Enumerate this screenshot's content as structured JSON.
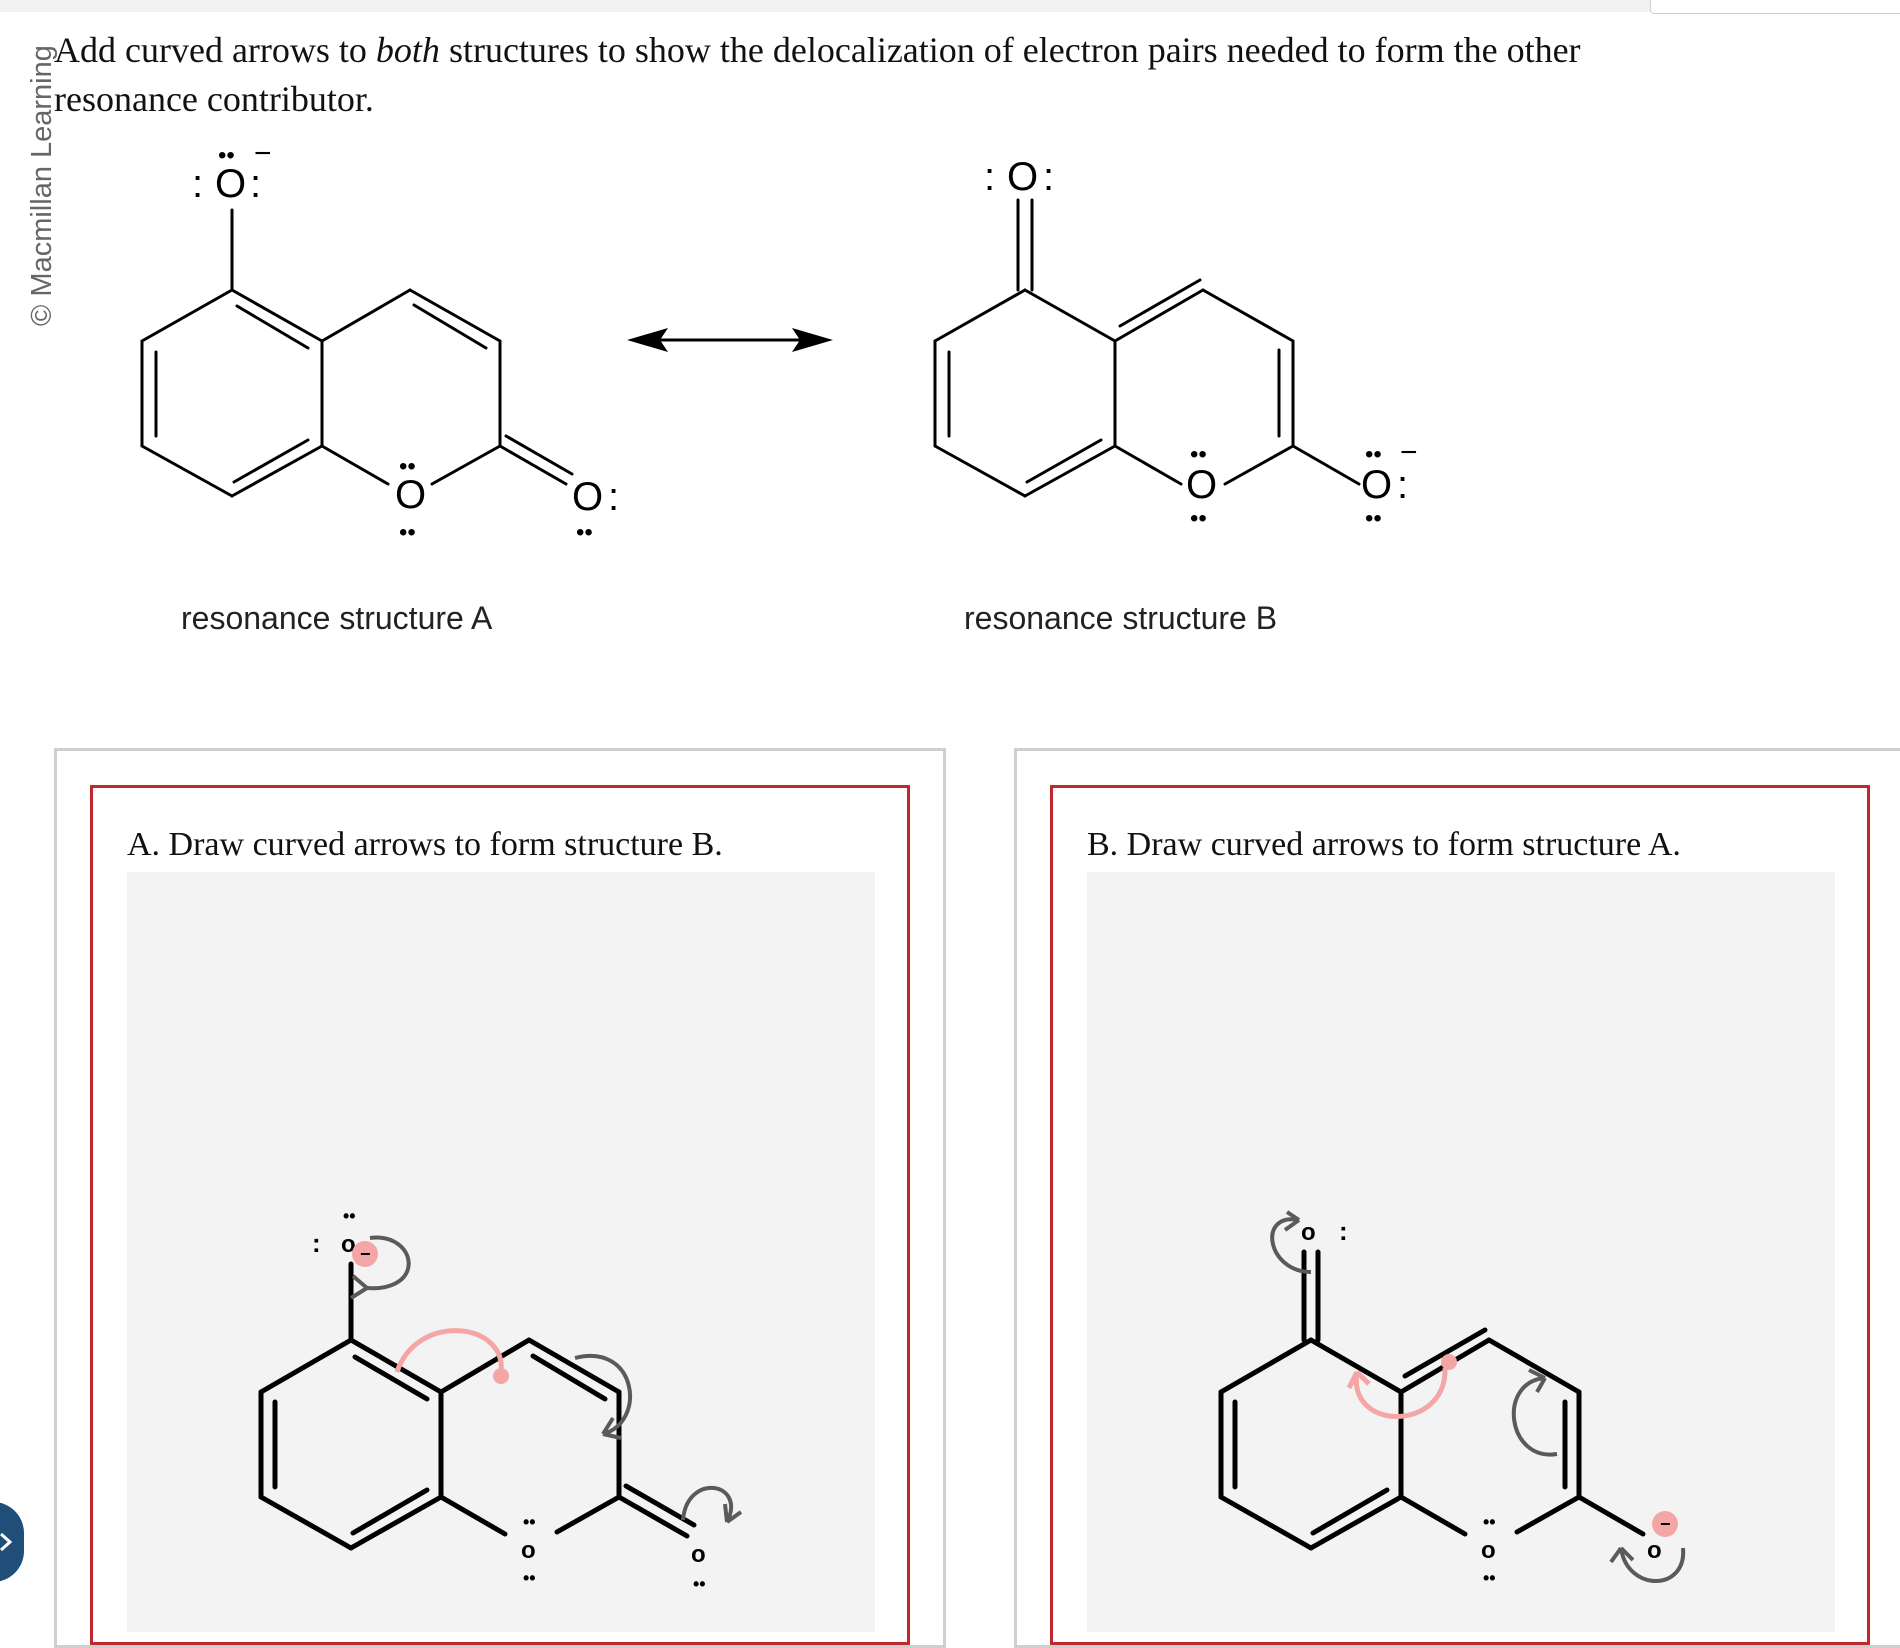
{
  "copyright": "© Macmillan Learning",
  "prompt": {
    "part1": "Add curved arrows to ",
    "emphasis": "both",
    "part2": " structures to show the delocalization of electron pairs needed to form the other resonance contributor."
  },
  "atoms": {
    "oxygen": "O",
    "oxygen_small": "o",
    "charge_minus": "−",
    "lone_pair_h": "••",
    "lone_pair_v": ":"
  },
  "structures": {
    "a_caption": "resonance structure A",
    "b_caption": "resonance structure B"
  },
  "tasks": {
    "a_title": "A. Draw curved arrows to form structure B.",
    "b_title": "B. Draw curved arrows to form structure A."
  },
  "colors": {
    "panel_border": "#c0282d",
    "outer_border": "#cfcfcf",
    "canvas_bg": "#f3f3f3",
    "arrow_gray": "#5a5a5a",
    "arrow_pink": "#f4a6a6",
    "nav_button": "#1f4e79"
  }
}
